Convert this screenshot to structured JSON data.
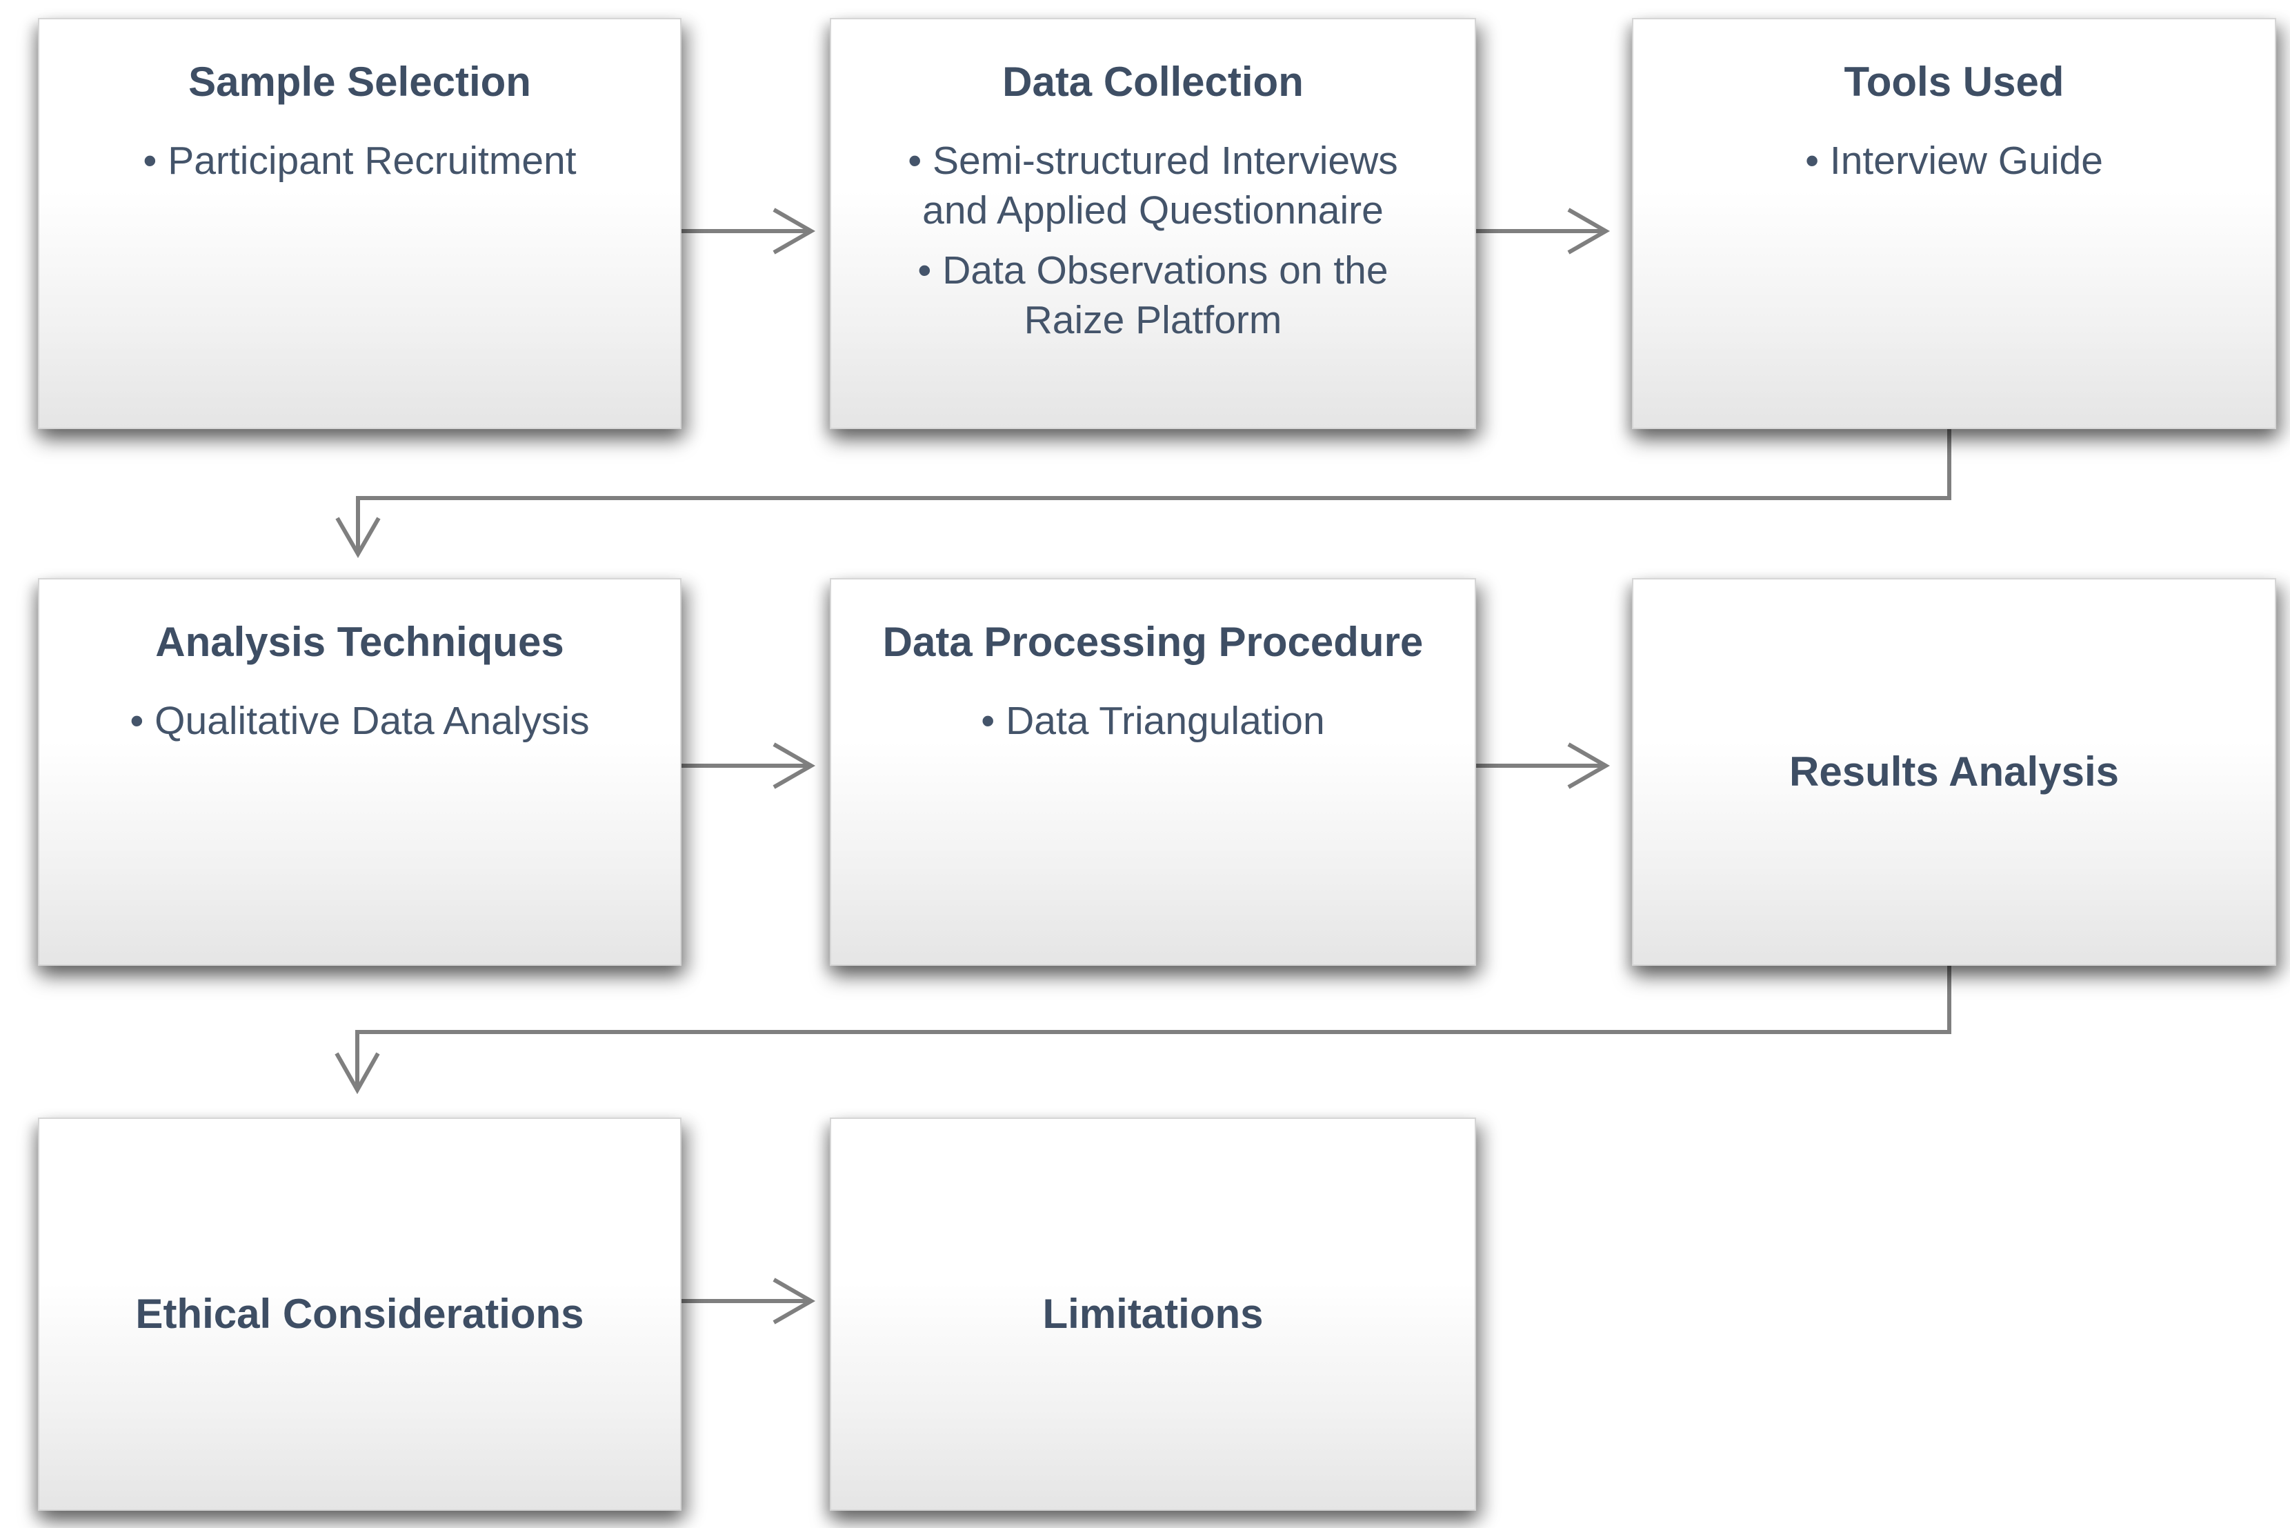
{
  "diagram": {
    "boxes": [
      {
        "title": "Sample Selection",
        "bullets": [
          "Participant Recruitment"
        ]
      },
      {
        "title": "Data Collection",
        "bullets": [
          "Semi-structured Interviews and Applied Questionnaire",
          "Data Observations on the Raize Platform"
        ]
      },
      {
        "title": "Tools Used",
        "bullets": [
          "Interview Guide"
        ]
      },
      {
        "title": "Analysis Techniques",
        "bullets": [
          "Qualitative Data Analysis"
        ]
      },
      {
        "title": "Data Processing Procedure",
        "bullets": [
          "Data Triangulation"
        ]
      },
      {
        "title": "Results Analysis",
        "bullets": []
      },
      {
        "title": "Ethical Considerations",
        "bullets": []
      },
      {
        "title": "Limitations",
        "bullets": []
      }
    ],
    "flows": [
      {
        "from": "Sample Selection",
        "to": "Data Collection",
        "type": "arrow-right"
      },
      {
        "from": "Data Collection",
        "to": "Tools Used",
        "type": "arrow-right"
      },
      {
        "from": "Tools Used",
        "to": "Analysis Techniques",
        "type": "elbow-arrow-down"
      },
      {
        "from": "Analysis Techniques",
        "to": "Data Processing Procedure",
        "type": "arrow-right"
      },
      {
        "from": "Data Processing Procedure",
        "to": "Results Analysis",
        "type": "arrow-right"
      },
      {
        "from": "Results Analysis",
        "to": "Ethical Considerations",
        "type": "elbow-arrow-down"
      },
      {
        "from": "Ethical Considerations",
        "to": "Limitations",
        "type": "arrow-right"
      }
    ],
    "colors": {
      "title_text": "#3E4E64",
      "bullet_text": "#44546A",
      "connector": "#7F7F7F",
      "box_border": "#D6D6D6",
      "box_gradient_bottom": "#E5E5E5"
    }
  }
}
